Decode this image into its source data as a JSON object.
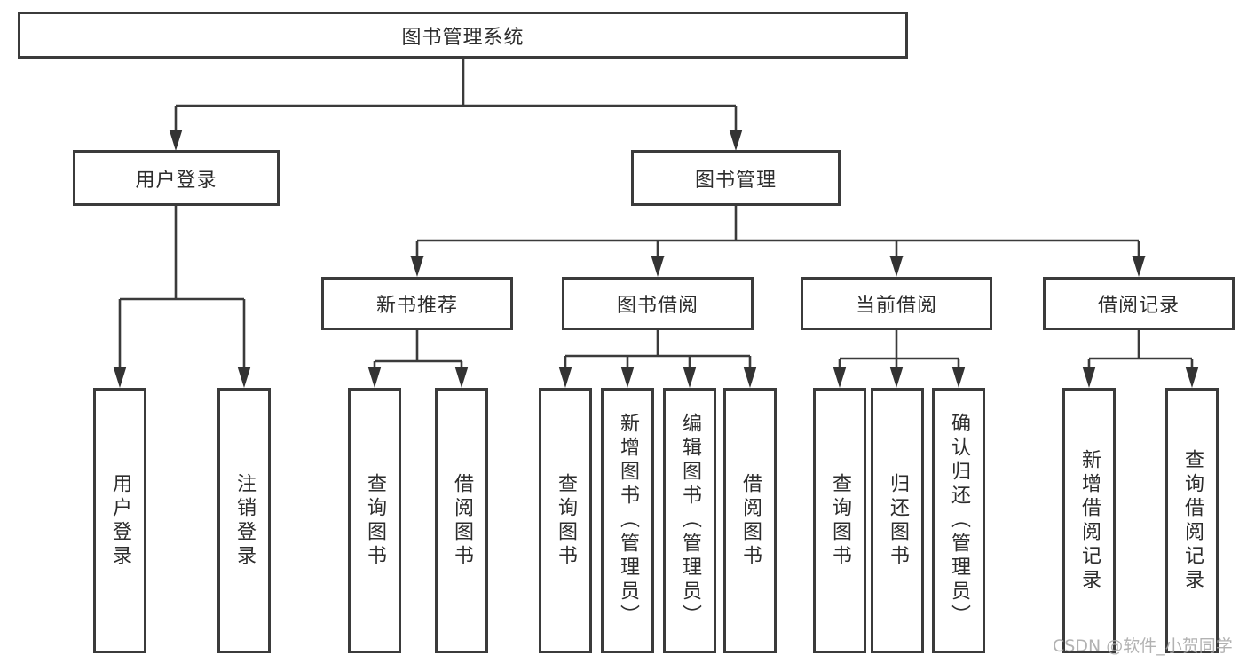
{
  "diagram": {
    "root": {
      "label": "图书管理系统"
    },
    "branches": [
      {
        "label": "用户登录",
        "children": [
          {
            "label": "用户登录"
          },
          {
            "label": "注销登录"
          }
        ]
      },
      {
        "label": "图书管理",
        "children": [
          {
            "label": "新书推荐",
            "children": [
              {
                "label": "查询图书"
              },
              {
                "label": "借阅图书"
              }
            ]
          },
          {
            "label": "图书借阅",
            "children": [
              {
                "label": "查询图书"
              },
              {
                "label": "新增图书（管理员）"
              },
              {
                "label": "编辑图书（管理员）"
              },
              {
                "label": "借阅图书"
              }
            ]
          },
          {
            "label": "当前借阅",
            "children": [
              {
                "label": "查询图书"
              },
              {
                "label": "归还图书"
              },
              {
                "label": "确认归还（管理员）"
              }
            ]
          },
          {
            "label": "借阅记录",
            "children": [
              {
                "label": "新增借阅记录"
              },
              {
                "label": "查询借阅记录"
              }
            ]
          }
        ]
      }
    ]
  },
  "watermark": {
    "text": "CSDN @软件_小贺同学"
  },
  "colors": {
    "line": "#3b3b3b",
    "text": "#2d2d2d",
    "box_background": "#ffffff",
    "watermark": "#a5a5a5"
  }
}
